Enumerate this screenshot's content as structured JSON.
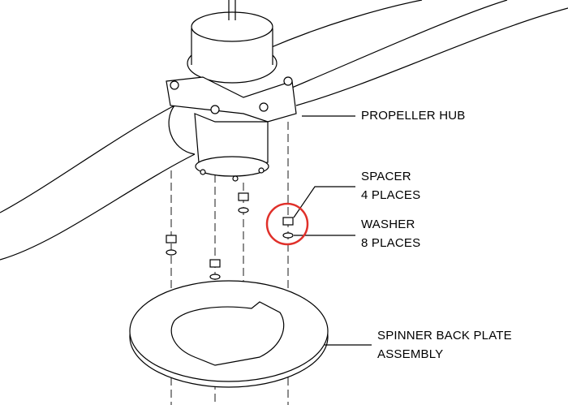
{
  "labels": {
    "propeller_hub": "PROPELLER HUB",
    "spacer": "SPACER",
    "spacer_qty": "4 PLACES",
    "washer": "WASHER",
    "washer_qty": "8 PLACES",
    "spinner_line1": "SPINNER BACK PLATE",
    "spinner_line2": "ASSEMBLY"
  },
  "colors": {
    "line": "#000000",
    "highlight": "#e0302a"
  }
}
